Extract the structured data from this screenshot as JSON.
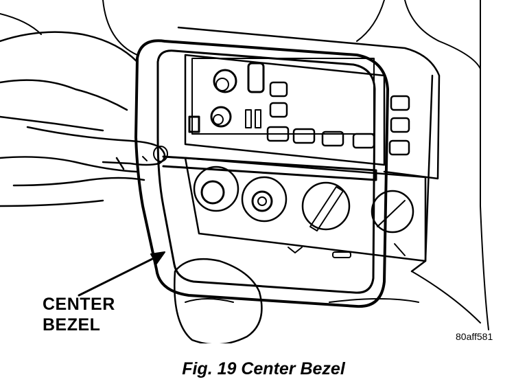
{
  "callout": {
    "line1": "CENTER",
    "line2": "BEZEL"
  },
  "figure_code": "80aff581",
  "caption": "Fig. 19 Center Bezel",
  "icons": [
    "hand-icon",
    "center-bezel-icon",
    "radio-knob-icon",
    "hvac-control-knob-icon",
    "leader-arrow-icon"
  ],
  "colors": {
    "ink": "#000000",
    "paper": "#ffffff"
  }
}
